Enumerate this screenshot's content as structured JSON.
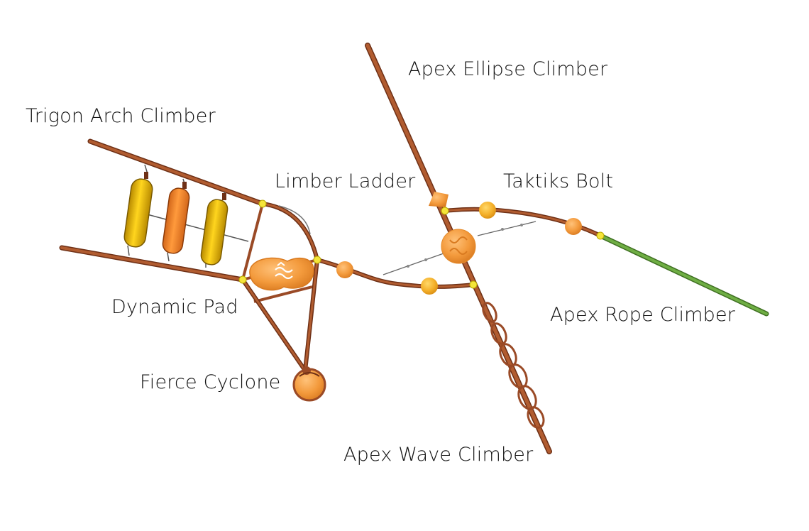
{
  "labels": {
    "apex_ellipse_climber": "Apex Ellipse Climber",
    "trigon_arch_climber": "Trigon Arch Climber",
    "limber_ladder": "Limber Ladder",
    "taktiks_bolt": "Taktiks Bolt",
    "dynamic_pad": "Dynamic Pad",
    "apex_rope_climber": "Apex Rope Climber",
    "fierce_cyclone": "Fierce Cyclone",
    "apex_wave_climber": "Apex Wave Climber"
  },
  "colors": {
    "background": "#ffffff",
    "pole_brown": "#9a4a26",
    "pole_highlight": "#c8703e",
    "rope_green": "#5f9a3a",
    "hold_orange": "#f39a3c",
    "hold_yellow": "#f0b51e",
    "connector_yellow": "#f5e53a",
    "text": "#111111"
  }
}
